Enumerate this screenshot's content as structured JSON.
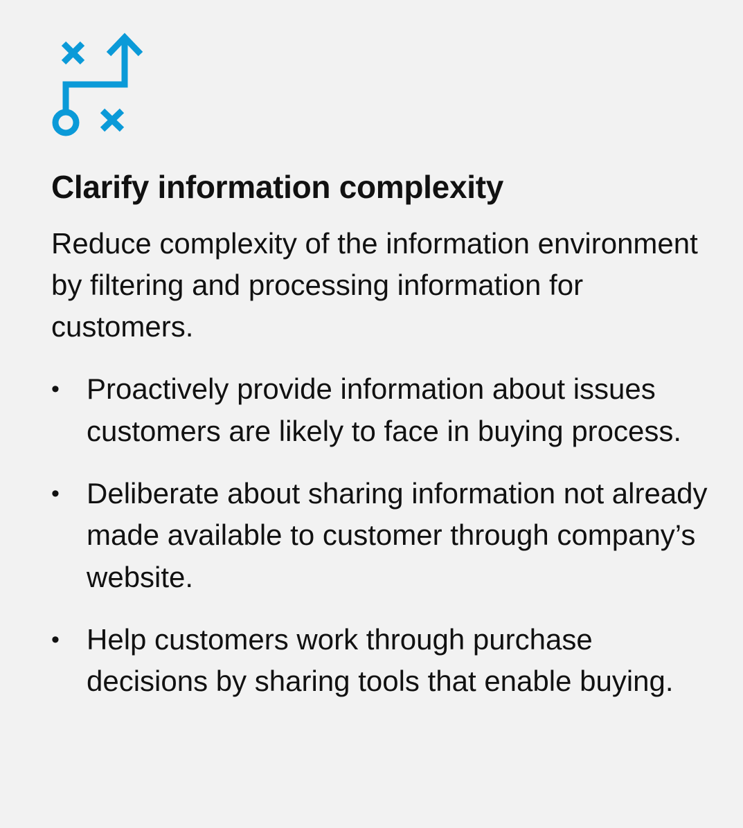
{
  "colors": {
    "background": "#f2f2f2",
    "icon_accent": "#0b9ad8",
    "text": "#111111"
  },
  "icon": {
    "name": "strategy-play-icon"
  },
  "title": "Clarify information complexity",
  "description": "Reduce complexity of the information environment by filtering and processing information for customers.",
  "bullets": [
    {
      "marker": "•",
      "text": "Proactively provide information about issues customers are likely to face in buying process."
    },
    {
      "marker": "•",
      "text": "Deliberate about sharing information not already made available to customer through company’s website."
    },
    {
      "marker": "•",
      "text": "Help customers work through purchase decisions by sharing tools that enable buying."
    }
  ]
}
